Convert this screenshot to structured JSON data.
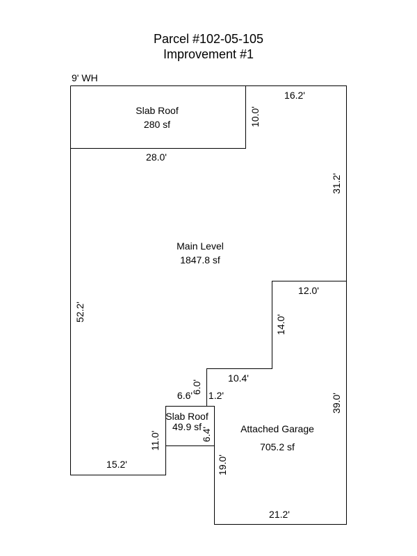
{
  "title": {
    "line1": "Parcel #102-05-105",
    "line2": "Improvement #1"
  },
  "note": "9' WH",
  "areas": {
    "slab_roof_top": {
      "name": "Slab Roof",
      "size": "280 sf"
    },
    "main_level": {
      "name": "Main Level",
      "size": "1847.8 sf"
    },
    "slab_roof_small": {
      "name": "Slab Roof",
      "size": "49.9 sf"
    },
    "garage": {
      "name": "Attached Garage",
      "size": "705.2 sf"
    }
  },
  "dimensions": {
    "top_right": "16.2'",
    "slab_right": "10.0'",
    "slab_bottom": "28.0'",
    "right_upper": "31.2'",
    "left": "52.2'",
    "step_top": "12.0'",
    "step_vertical": "14.0'",
    "step_middle": "10.4'",
    "small_slab_top": "6.6'",
    "small_slab_vertical": "6.0'",
    "small_slab_offset": "1.2'",
    "small_slab_right": "6.4'",
    "garage_right": "39.0'",
    "left_lower": "11.0'",
    "bottom_left": "15.2'",
    "garage_left": "19.0'",
    "garage_bottom": "21.2'"
  }
}
